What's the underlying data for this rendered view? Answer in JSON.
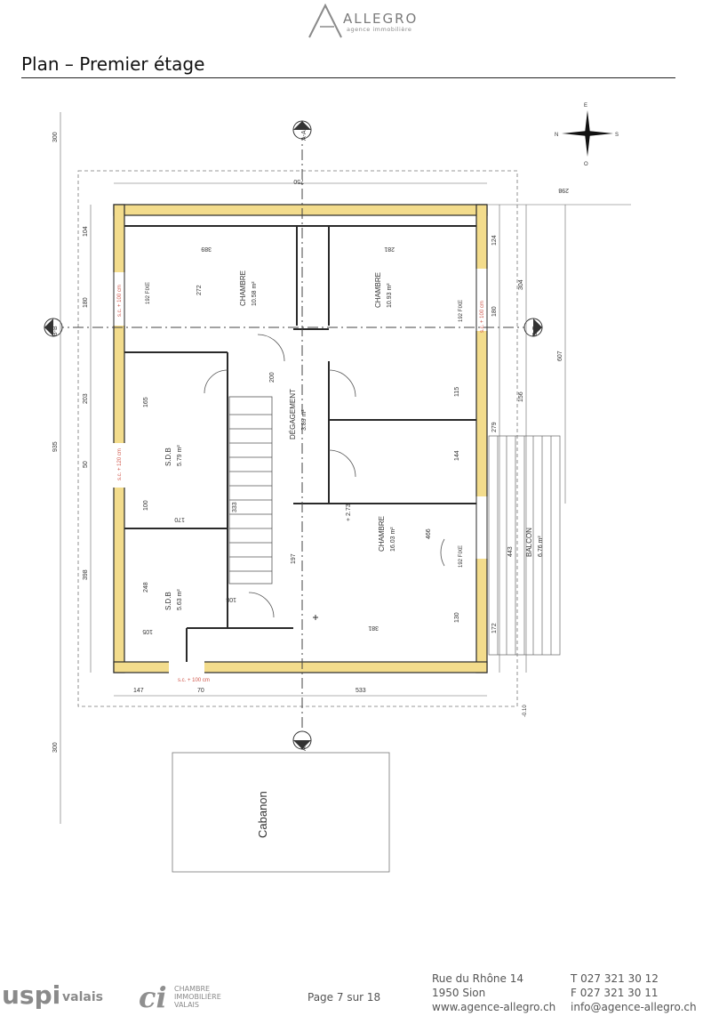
{
  "brand": {
    "name": "ALLEGRO",
    "tagline": "agence immobilière"
  },
  "page_title": "Plan – Premier étage",
  "plan": {
    "rooms": [
      {
        "name": "CHAMBRE",
        "area": "10.58 m²"
      },
      {
        "name": "CHAMBRE",
        "area": "10.93 m²"
      },
      {
        "name": "DÉGAGEMENT",
        "area": "3.89 m²"
      },
      {
        "name": "S.D.B",
        "area": "5.79 m²"
      },
      {
        "name": "CHAMBRE",
        "area": "16.03 m²"
      },
      {
        "name": "S.D.B",
        "area": "5.63 m²"
      },
      {
        "name": "BALCON",
        "area": "6.76 m²"
      }
    ],
    "annex_label": "Cabanon",
    "section_marks": {
      "aa": "A-A",
      "bb": "B-B"
    },
    "level_marker": "+ 2.73",
    "dimensions": {
      "top_overall": "750",
      "top_right": "298",
      "left_top": "300",
      "left_overall": "935",
      "left_bottom": "300",
      "left_104": "104",
      "left_180": "180",
      "left_203": "203",
      "left_50": "50",
      "left_398": "398",
      "right_124": "124",
      "right_304": "304",
      "right_180": "180",
      "right_156": "156",
      "right_279": "279",
      "right_607": "607",
      "right_443": "443",
      "right_172": "172",
      "bottom_147": "147",
      "bottom_70": "70",
      "bottom_533": "533",
      "inner_389": "389",
      "inner_281": "281",
      "inner_272": "272",
      "inner_333": "333",
      "inner_197": "197",
      "inner_466": "466",
      "inner_381": "381",
      "inner_170": "170",
      "inner_248": "248",
      "inner_105": "105",
      "inner_165": "165",
      "inner_115": "115",
      "inner_144": "144",
      "inner_130": "130",
      "inner_108": "108",
      "inner_200": "200",
      "inner_100": "100"
    },
    "notes": {
      "sill_100a": "s.c. + 100 cm",
      "sill_100b": "s.c. + 100 cm",
      "sill_120": "s.c. + 120 cm",
      "sill_100c": "s.c. + 100 cm",
      "fixe_a": "192 FIXE",
      "fixe_b": "192 FIXE",
      "fixe_c": "192 FIXE",
      "level_b": "-0.10"
    },
    "colors": {
      "wall_fill": "#f3dc8c",
      "wall_stroke": "#2a2a2a",
      "interior_line": "#555555",
      "axis_line": "#444444",
      "sill_note": "#d0564a"
    }
  },
  "footer": {
    "uspi": "uspi",
    "uspi_region": "valais",
    "chamber_logo": "ci",
    "chamber_lines": [
      "CHAMBRE",
      "IMMOBILIÈRE",
      "VALAIS"
    ],
    "page": "Page 7 sur 18",
    "address_lines": [
      "Rue du Rhône 14",
      "1950 Sion",
      "www.agence-allegro.ch"
    ],
    "contact_lines": [
      "T 027 321 30 12",
      "F 027 321 30 11",
      "info@agence-allegro.ch"
    ]
  }
}
